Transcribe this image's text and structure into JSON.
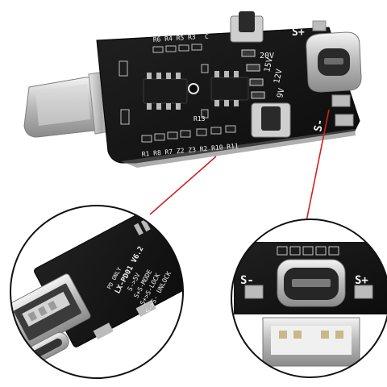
{
  "colors": {
    "pcb": "#141414",
    "silkscreen": "#f2f2f2",
    "metal": "#c9c9c9",
    "callout_line": "#d22020",
    "smd_chip": "#1a1a1a",
    "smd_pad": "#b9b9b9"
  },
  "top_board": {
    "silk_labels": {
      "s_plus": "S+",
      "s_minus": "S-",
      "v20": "20V",
      "v15": "15V",
      "v12": "12V",
      "v9": "9V",
      "r_top": "R6 R4 R5 R3",
      "r_bottom": "R1 R8 R7 Z2 Z3 R2 R10 R11",
      "r13": "R13",
      "r_cap": "C"
    }
  },
  "left_callout": {
    "silk_lines": {
      "model": "LX-PD01 V6.2",
      "pd_only": "PD ONLY",
      "line1": "S->5V",
      "line2": "S+S-MODE",
      "line3": "S+>S-LOCK",
      "line4": "S->S- UNLOCK"
    }
  },
  "right_callout": {
    "silk_labels": {
      "s_minus": "S-",
      "s_plus": "S+"
    }
  }
}
